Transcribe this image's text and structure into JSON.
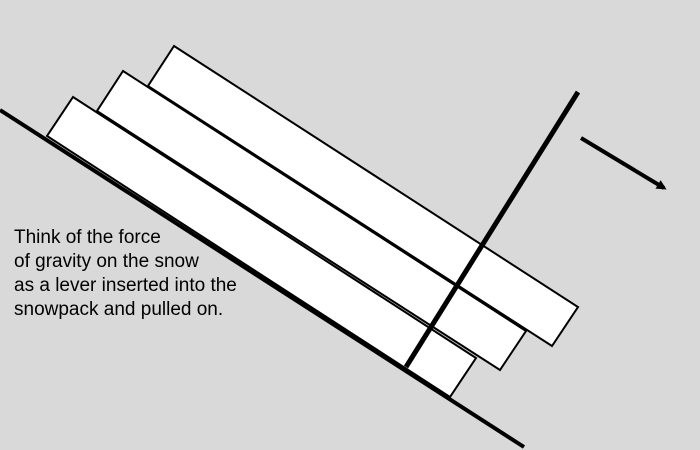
{
  "caption": {
    "lines": [
      "Think of the force",
      "of gravity on the snow",
      "as a lever inserted into the",
      "snowpack and pulled on."
    ]
  },
  "colors": {
    "background": "#d9d9d9",
    "slab_fill": "#ffffff",
    "stroke": "#000000",
    "text": "#000000"
  },
  "diagram": {
    "slab_layers": [
      "bottom-layer",
      "middle-layer",
      "top-layer"
    ],
    "elements": [
      "slope-surface",
      "lever-bar",
      "pull-direction-arrow"
    ]
  }
}
